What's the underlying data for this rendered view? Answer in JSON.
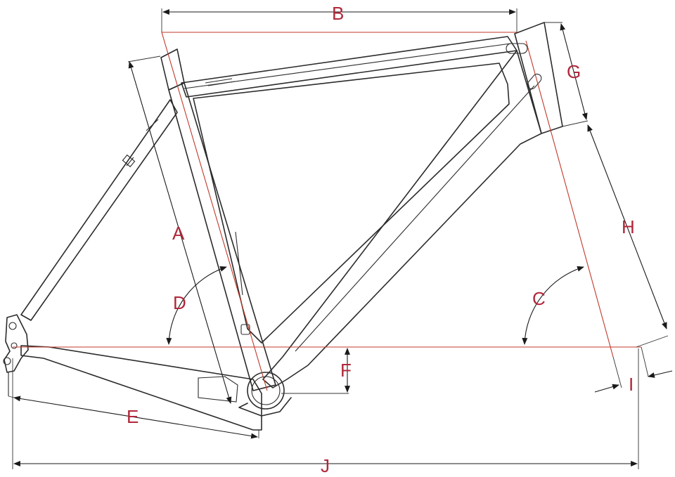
{
  "labels": {
    "A": "A",
    "B": "B",
    "C": "C",
    "D": "D",
    "E": "E",
    "F": "F",
    "G": "G",
    "H": "H",
    "I": "I",
    "J": "J"
  },
  "colors": {
    "frame": "#2b2b2b",
    "reference_line": "#c0392b",
    "dimension_line": "#1a1a1a",
    "label": "#b0283a"
  }
}
